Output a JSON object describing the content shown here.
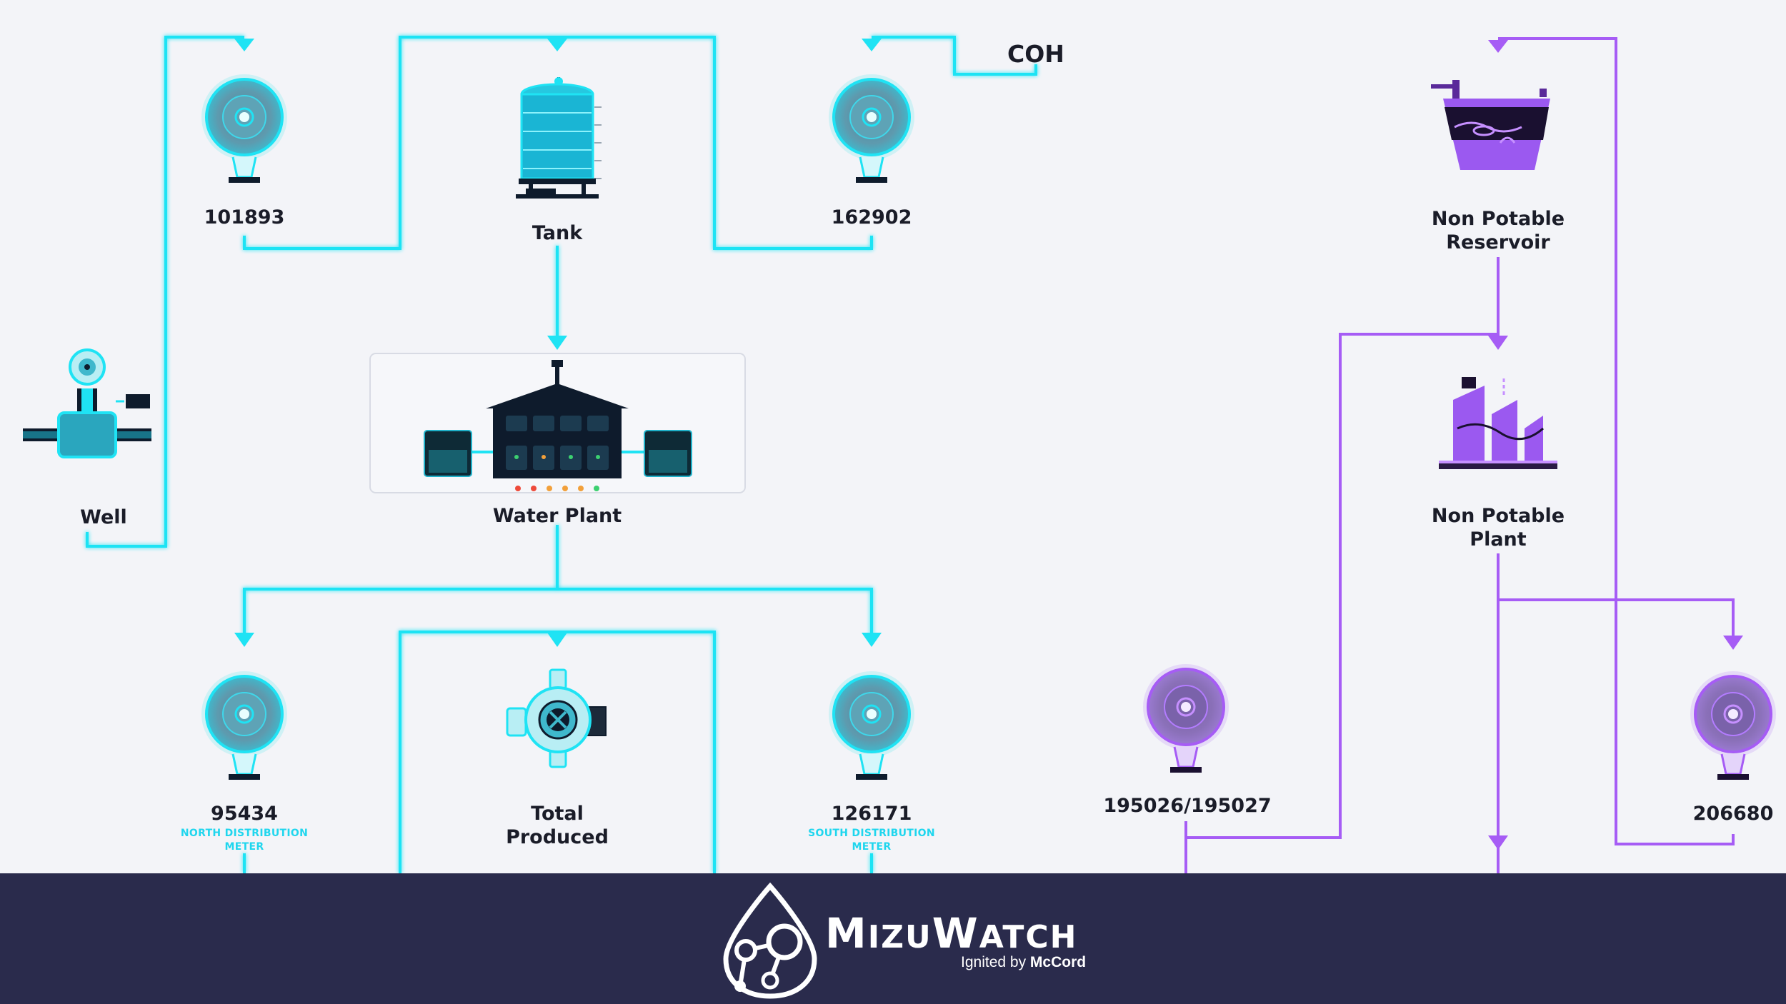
{
  "diagram": {
    "coh_label": "COH",
    "nodes": {
      "meter_101893": {
        "label": "101893"
      },
      "tank": {
        "label": "Tank"
      },
      "meter_162902": {
        "label": "162902"
      },
      "well": {
        "label": "Well"
      },
      "water_plant": {
        "label": "Water Plant"
      },
      "meter_95434": {
        "label": "95434",
        "sublabel_1": "NORTH DISTRIBUTION",
        "sublabel_2": "METER"
      },
      "total_produced": {
        "label_1": "Total",
        "label_2": "Produced"
      },
      "meter_126171": {
        "label": "126171",
        "sublabel_1": "SOUTH DISTRIBUTION",
        "sublabel_2": "METER"
      },
      "non_potable_reservoir": {
        "label_1": "Non Potable",
        "label_2": "Reservoir"
      },
      "non_potable_plant": {
        "label_1": "Non Potable",
        "label_2": "Plant"
      },
      "meter_195026": {
        "label": "195026/195027"
      },
      "meter_206680": {
        "label": "206680"
      }
    },
    "colors": {
      "potable_line": "#1fe3f4",
      "non_potable_line": "#a65cf5",
      "background": "#f3f4f8",
      "footer": "#2a2b4c"
    }
  },
  "footer": {
    "logo_icon": "water-drop-network-icon",
    "brand_cap_1": "M",
    "brand_rest_1": "IZU",
    "brand_cap_2": "W",
    "brand_rest_2": "ATCH",
    "tagline_prefix": "Ignited by",
    "tagline_brand": "McCord"
  }
}
